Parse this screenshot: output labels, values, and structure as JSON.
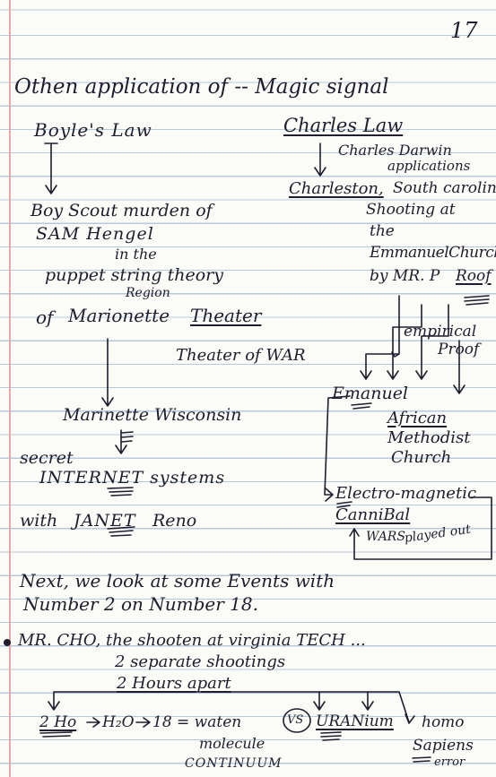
{
  "page": {
    "number": "17",
    "heading": "Othen application of -- Magic signal",
    "boyle": "Boyle's Law",
    "charles_law": "Charles Law",
    "charles_darwin": "Charles Darwin",
    "darwin_applications": "applications",
    "charleston": "Charleston,",
    "south_carolina": "South carolina",
    "shooting_at": "Shooting at",
    "the": "the",
    "emanuel_church": "EmmanuelChurch",
    "by_mr": "by MR. P",
    "roof": "Roof",
    "empirical": "empirical",
    "proof": "Proof",
    "boy_scout": "Boy Scout murden of",
    "sam_hengel": "SAM Hengel",
    "in_the": "in the",
    "puppet": "puppet string theory",
    "region": "Region",
    "of": "of",
    "marionette": "Marionette",
    "theater": "Theater",
    "theater_of_war": "Theater of WAR",
    "emanuel": "Emanuel",
    "african": "African",
    "methodist": "Methodist",
    "church": "Church",
    "marinette": "Marinette Wisconsin",
    "secret": "secret",
    "internet": "INTERNET systems",
    "with": "with",
    "janet": "JANET",
    "reno": "Reno",
    "electro": "Electro-magnetic",
    "cannibal": "CanniBal",
    "wars": "WARS",
    "played_out": "played out",
    "next_1": "Next, we look at some Events with",
    "next_2": "Number 2 on Number 18.",
    "cho": "MR. CHO, the shooten at virginia TECH ...",
    "separate": "2 separate shootings",
    "hours": "2 Hours apart",
    "eq_2ho": "2 Ho",
    "eq_h2o": "H₂O",
    "eq_18": "18 = waten",
    "molecule": "molecule",
    "continuum": "CONTINUUM",
    "vs": "VS",
    "uranium": "URANium",
    "homo": "homo",
    "sapiens": "Sapiens",
    "error": "error"
  }
}
